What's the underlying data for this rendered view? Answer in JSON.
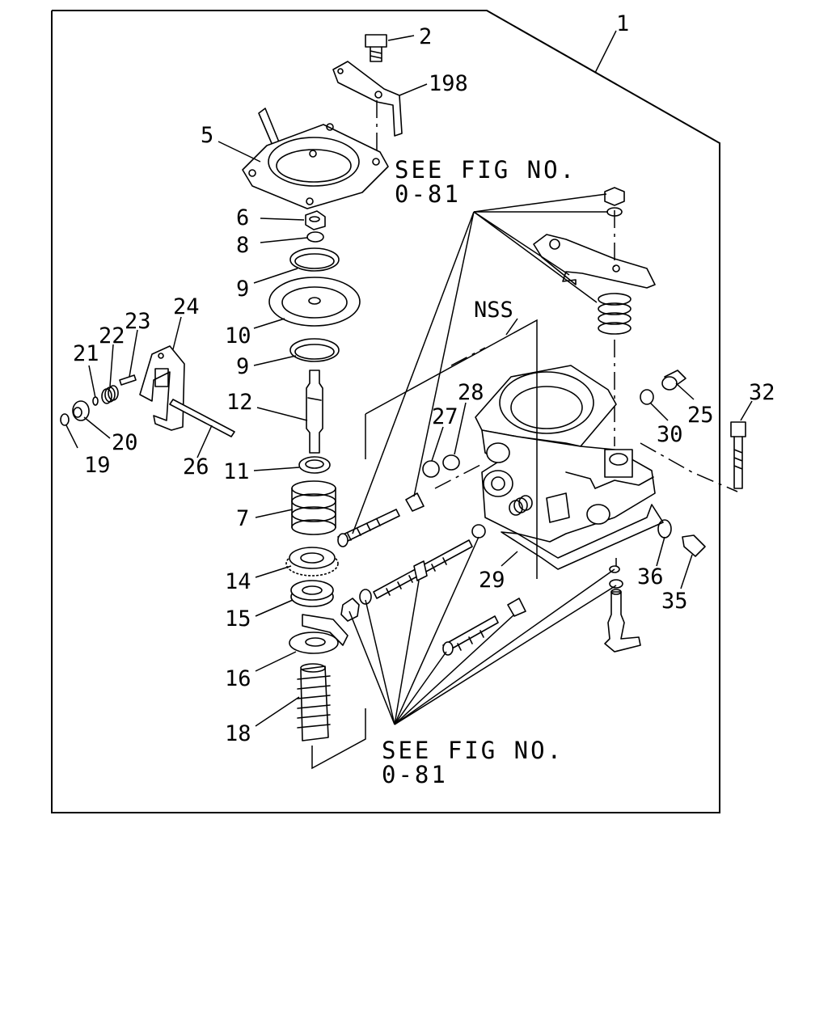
{
  "callouts": {
    "c1": "1",
    "c2": "2",
    "c198": "198",
    "c5": "5",
    "c6": "6",
    "c8": "8",
    "c9a": "9",
    "c10": "10",
    "c9b": "9",
    "c12": "12",
    "c11": "11",
    "c7": "7",
    "c14": "14",
    "c15": "15",
    "c16": "16",
    "c18": "18",
    "c21": "21",
    "c22": "22",
    "c23": "23",
    "c24": "24",
    "c20": "20",
    "c19": "19",
    "c26": "26",
    "c27": "27",
    "c28": "28",
    "c30": "30",
    "c25": "25",
    "c32": "32",
    "c36": "36",
    "c35": "35",
    "c29": "29",
    "nss": "NSS"
  },
  "notes": {
    "top_line1": "SEE FIG NO.",
    "top_line2": "0-81",
    "bottom_line1": "SEE FIG NO.",
    "bottom_line2": "0-81"
  }
}
